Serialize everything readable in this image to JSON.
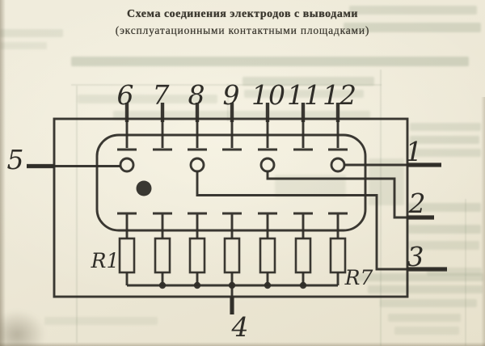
{
  "page": {
    "title_line1": "Схема соединения электродов с выводами",
    "title_line2": "(эксплуатационными контактными площадками)"
  },
  "diagram": {
    "pins": {
      "top": [
        "6",
        "7",
        "8",
        "9",
        "10",
        "11",
        "12"
      ],
      "right": [
        "1",
        "2",
        "3"
      ],
      "bottom": [
        "4"
      ],
      "left": [
        "5"
      ]
    },
    "resistors": {
      "first_label": "R1",
      "last_label": "R7"
    }
  },
  "colors": {
    "ink": "#2f2d28",
    "paper": "#ece7d5",
    "title-ink": "#3a372e",
    "bleed": "#8a987e"
  }
}
